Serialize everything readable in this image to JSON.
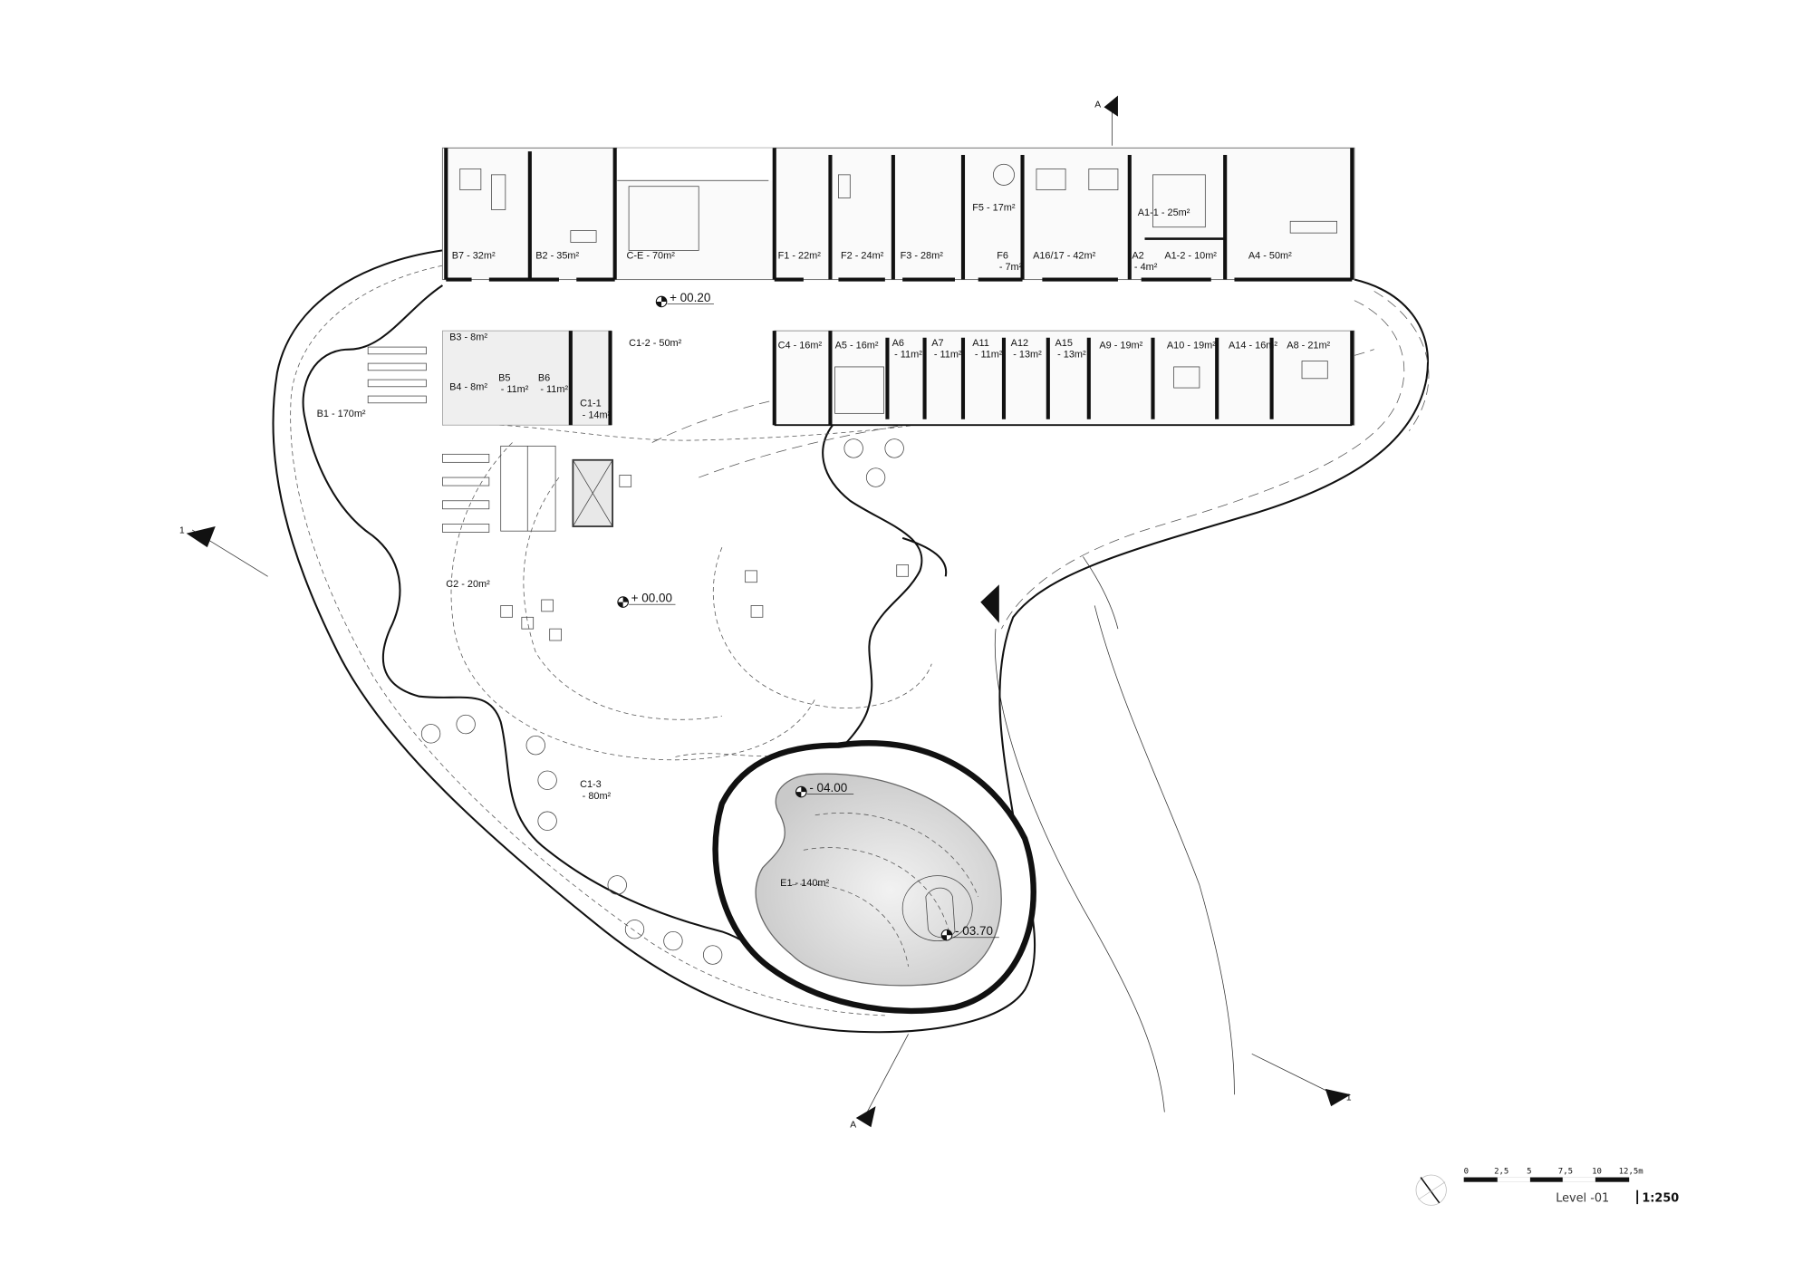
{
  "title": "Level -01",
  "scale": "1:250",
  "scale_bar": {
    "ticks": [
      "0",
      "2,5",
      "5",
      "7,5",
      "10",
      "12,5m"
    ]
  },
  "section_markers": {
    "a_top": "A",
    "a_bottom": "A",
    "one_left": "1",
    "one_right": "1"
  },
  "levels": [
    "+ 00.20",
    "+ 00.00",
    "- 04.00",
    "- 03.70"
  ],
  "rooms": [
    {
      "lines": [
        "B7 - 32m²"
      ]
    },
    {
      "lines": [
        "B2 - 35m²"
      ]
    },
    {
      "lines": [
        "C-E - 70m²"
      ]
    },
    {
      "lines": [
        "F1 - 22m²"
      ]
    },
    {
      "lines": [
        "F2 - 24m²"
      ]
    },
    {
      "lines": [
        "F3 - 28m²"
      ]
    },
    {
      "lines": [
        "F5 - 17m²"
      ]
    },
    {
      "lines": [
        "F6",
        "- 7m²"
      ]
    },
    {
      "lines": [
        "A16/17 - 42m²"
      ]
    },
    {
      "lines": [
        "A2",
        "- 4m²"
      ]
    },
    {
      "lines": [
        "A1-1 - 25m²"
      ]
    },
    {
      "lines": [
        "A1-2 - 10m²"
      ]
    },
    {
      "lines": [
        "A4 - 50m²"
      ]
    },
    {
      "lines": [
        "B3 - 8m²"
      ]
    },
    {
      "lines": [
        "B4 - 8m²"
      ]
    },
    {
      "lines": [
        "B5",
        "- 11m²"
      ]
    },
    {
      "lines": [
        "B6",
        "- 11m²"
      ]
    },
    {
      "lines": [
        "C1-1",
        "- 14m²"
      ]
    },
    {
      "lines": [
        "C1-2 - 50m²"
      ]
    },
    {
      "lines": [
        "C4 - 16m²"
      ]
    },
    {
      "lines": [
        "A5 - 16m²"
      ]
    },
    {
      "lines": [
        "A6",
        "- 11m²"
      ]
    },
    {
      "lines": [
        "A7",
        "- 11m²"
      ]
    },
    {
      "lines": [
        "A11",
        "- 11m²"
      ]
    },
    {
      "lines": [
        "A12",
        "- 13m²"
      ]
    },
    {
      "lines": [
        "A15",
        "- 13m²"
      ]
    },
    {
      "lines": [
        "A9 - 19m²"
      ]
    },
    {
      "lines": [
        "A10 - 19m²"
      ]
    },
    {
      "lines": [
        "A14 - 16m²"
      ]
    },
    {
      "lines": [
        "A8 - 21m²"
      ]
    },
    {
      "lines": [
        "B1 - 170m²"
      ]
    },
    {
      "lines": [
        "C2 - 20m²"
      ]
    },
    {
      "lines": [
        "C1-3",
        "- 80m²"
      ]
    },
    {
      "lines": [
        "E1 - 140m²"
      ]
    }
  ]
}
